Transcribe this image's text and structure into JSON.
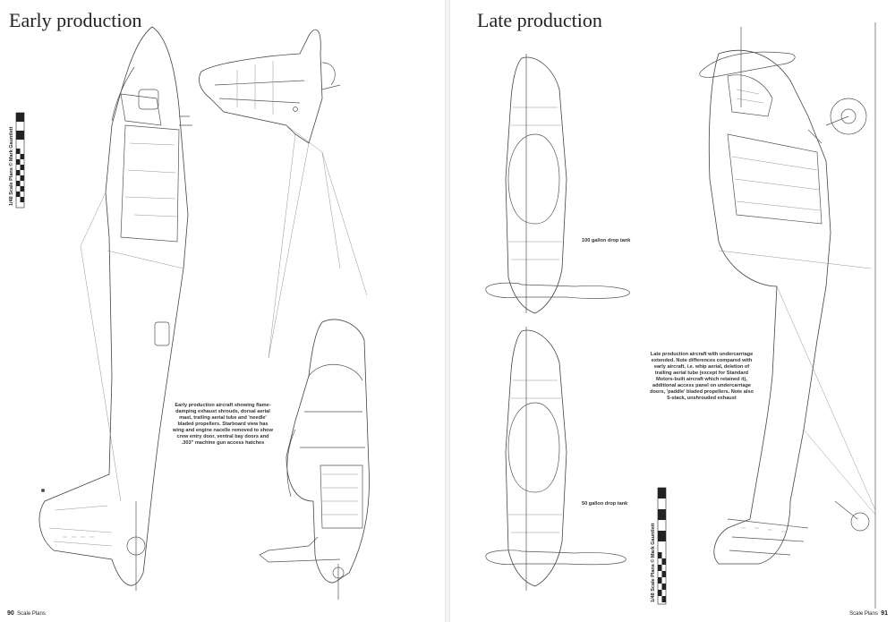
{
  "left_page": {
    "title": "Early production",
    "caption": "Early production aircraft showing flame-damping exhaust shrouds, dorsal aerial mast, trailing aerial tube and 'needle' bladed propellers. Starboard view has wing and engine nacelle removed to show crew entry door, ventral bay doors and .303\" machine gun access hatches",
    "scale_label": "1/48 Scale Plans © Mark Gauntlett",
    "folio_number": "90",
    "folio_section": "Scale Plans"
  },
  "right_page": {
    "title": "Late production",
    "tank_label_top": "100 gallon drop tank",
    "tank_label_bottom": "50 gallon drop tank",
    "caption": "Late production aircraft with undercarriage extended. Note differences compared with early aircraft, i.e. whip aerial, deletion of trailing aerial tube (except for Standard Motors-built aircraft which retained it), additional access panel on undercarriage doors, 'paddle' bladed propellers. Note also 5-stack, unshrouded exhaust",
    "scale_label": "1/48 Scale Plans © Mark Gauntlett",
    "folio_number": "91",
    "folio_section": "Scale Plans"
  }
}
